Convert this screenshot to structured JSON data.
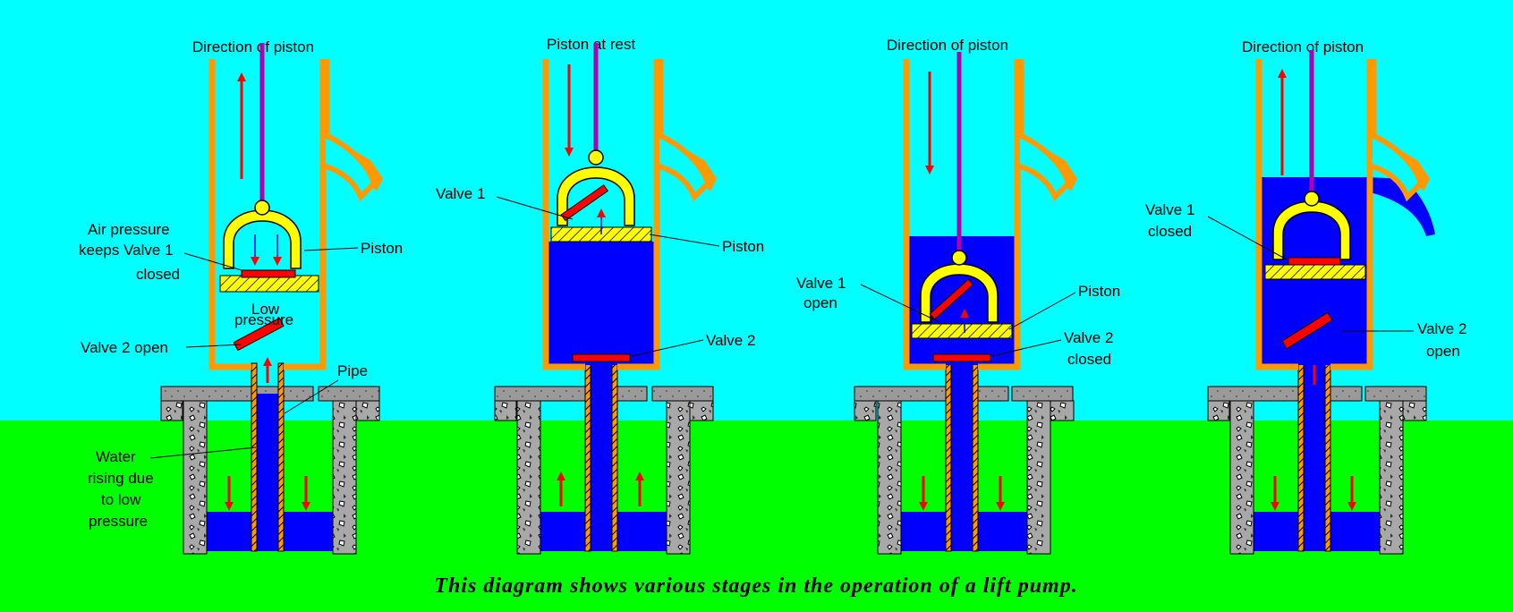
{
  "colors": {
    "sky": "#00ffff",
    "ground": "#00ff00",
    "water": "#0000ff",
    "piston": "#ffff00",
    "valve": "#ff0000",
    "arrow": "#ff0000",
    "rod": "#b000b0",
    "wall": "#ff9900",
    "stone": "#999999"
  },
  "caption": "This diagram shows various stages in the operation of a lift pump.",
  "panels": [
    {
      "name": "stage-1",
      "title": "Direction of piston",
      "piston_direction": "up",
      "labels": {
        "air1": "Air pressure",
        "air2": "keeps Valve 1",
        "air3": "closed",
        "piston": "Piston",
        "low1": "Low",
        "low2": "pressure",
        "valve2": "Valve 2 open",
        "pipe": "Pipe",
        "water1": "Water",
        "water2": "rising due",
        "water3": "to low",
        "water4": "pressure"
      }
    },
    {
      "name": "stage-2",
      "title": "Piston at rest",
      "piston_direction": "down",
      "labels": {
        "valve1": "Valve 1",
        "piston": "Piston",
        "valve2": "Valve 2"
      }
    },
    {
      "name": "stage-3",
      "title": "Direction of piston",
      "piston_direction": "down",
      "labels": {
        "valve1a": "Valve 1",
        "valve1b": "open",
        "piston": "Piston",
        "valve2a": "Valve 2",
        "valve2b": "closed"
      }
    },
    {
      "name": "stage-4",
      "title": "Direction of piston",
      "piston_direction": "up",
      "labels": {
        "valve1a": "Valve 1",
        "valve1b": "closed",
        "valve2a": "Valve 2",
        "valve2b": "open"
      }
    }
  ]
}
